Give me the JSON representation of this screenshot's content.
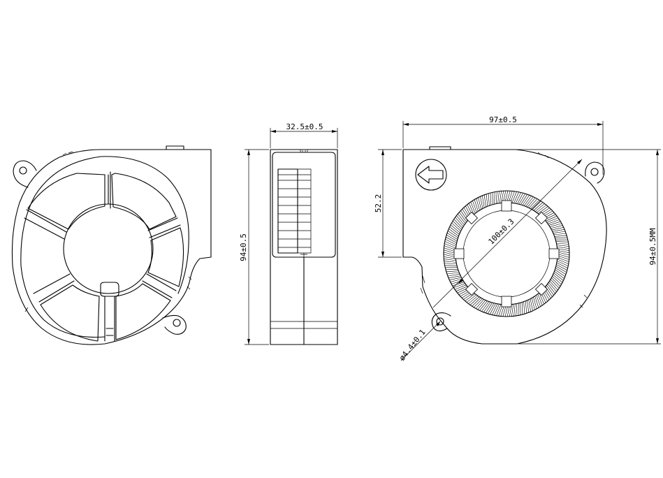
{
  "dimensions": {
    "side_width": "32.5±0.5",
    "side_height": "94±0.5",
    "top_width": "97±0.5",
    "top_partial_height": "52.2",
    "inlet_diameter": "100±0.3",
    "hole_diameter": "ø4.4±0.1",
    "right_height": "94±0.5MM"
  },
  "colors": {
    "line": "#000000",
    "background": "#ffffff"
  },
  "icons": {
    "flow_arrow": "left-arrow-icon"
  }
}
